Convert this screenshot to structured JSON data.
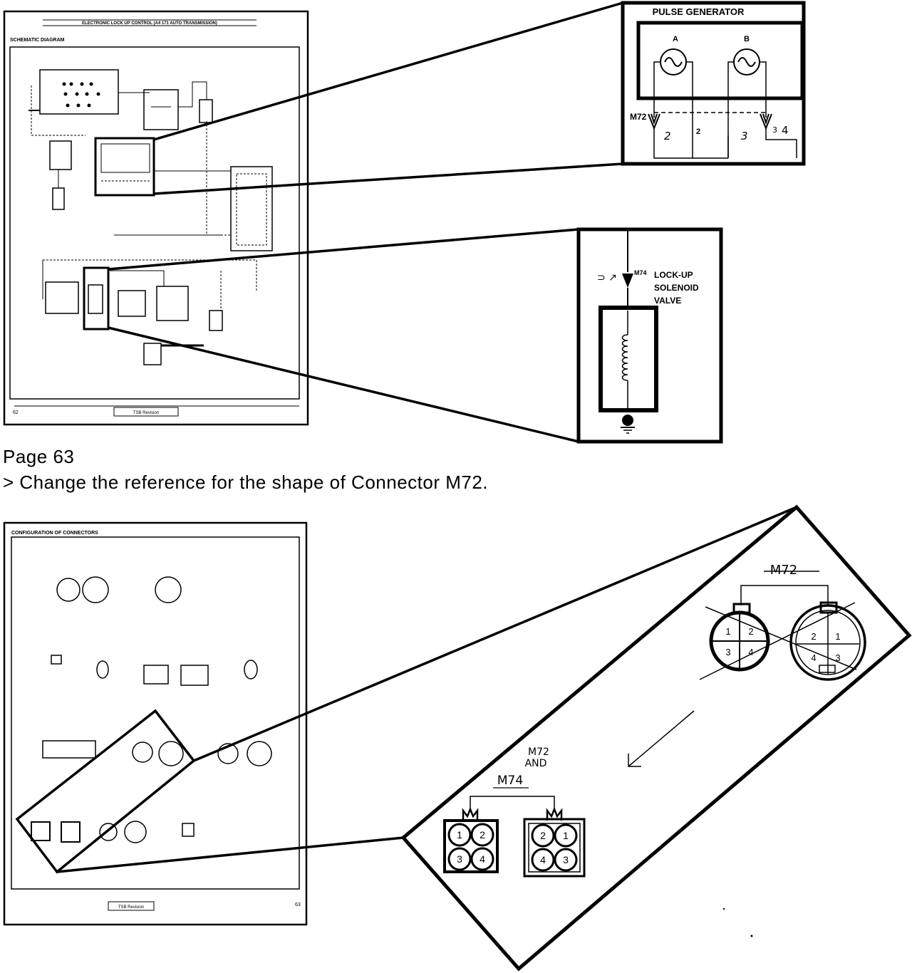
{
  "top_page": {
    "title": "ELECTRONIC LOCK UP CONTROL (A4 171 AUTO TRANSMISSION)",
    "section": "SCHEMATIC DIAGRAM",
    "page_number": "62",
    "footer": "TSB Revision"
  },
  "pulse_generator_callout": {
    "title": "PULSE GENERATOR",
    "coil_a": "A",
    "coil_b": "B",
    "connector": "M72",
    "pin_2": "2",
    "handwritten": [
      "2",
      "3",
      "3",
      "4"
    ]
  },
  "solenoid_callout": {
    "connector": "M74",
    "line1": "LOCK-UP",
    "line2": "SOLENOID",
    "line3": "VALVE"
  },
  "caption": {
    "page": "Page 63",
    "note": "> Change the reference for the shape of Connector M72."
  },
  "bottom_page": {
    "section": "CONFIGURATION OF CONNECTORS",
    "page_number": "63",
    "footer": "TSB Revision"
  },
  "connector_callout": {
    "old_label": "M72",
    "old_left_pins": [
      "1",
      "2",
      "3",
      "4"
    ],
    "old_right_pins": [
      "2",
      "1",
      "4",
      "3"
    ],
    "new_label_line1": "M72",
    "new_label_line2": "AND",
    "new_label_line3": "M74",
    "new_left_pins": [
      "1",
      "2",
      "3",
      "4"
    ],
    "new_right_pins": [
      "2",
      "1",
      "4",
      "3"
    ]
  }
}
